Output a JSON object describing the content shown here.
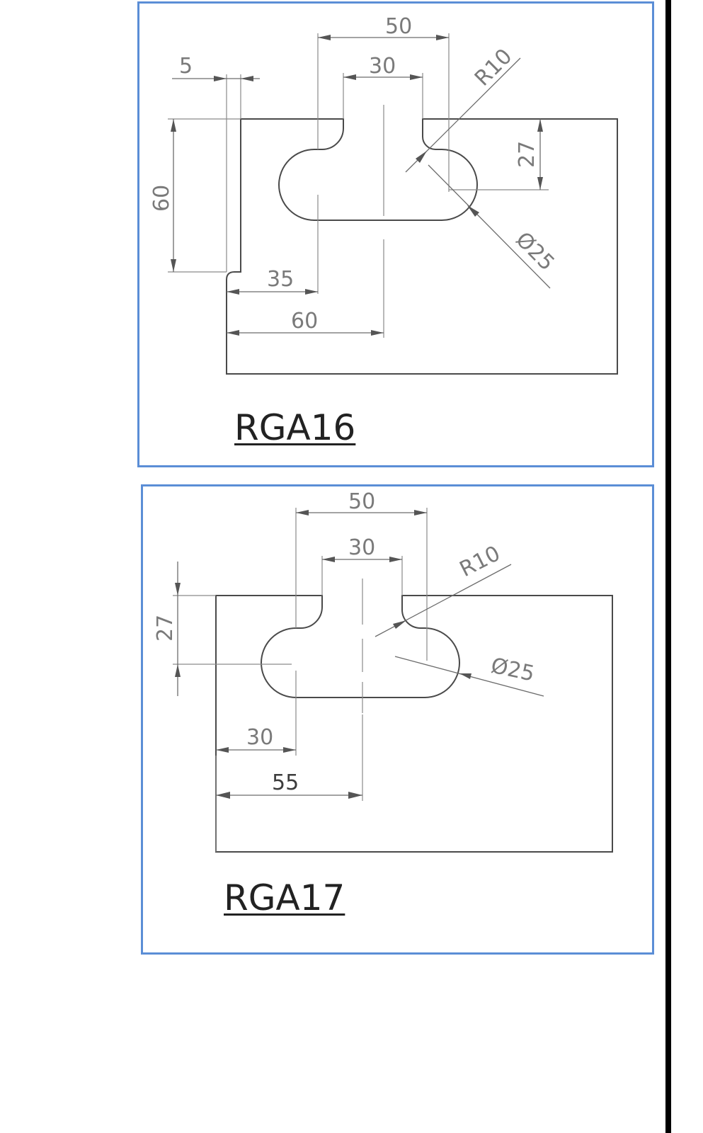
{
  "colors": {
    "frame": "#5b8ed6",
    "outline": "#4a4a4a",
    "dimension": "#7a7a7a"
  },
  "drawings": [
    {
      "label": "RGA16",
      "dims": {
        "d50": "50",
        "d30": "30",
        "d5": "5",
        "r10": "R10",
        "d27": "27",
        "d60v": "60",
        "dia25": "Ø25",
        "d35": "35",
        "d60h": "60"
      }
    },
    {
      "label": "RGA17",
      "dims": {
        "d50": "50",
        "d30": "30",
        "r10": "R10",
        "d27": "27",
        "dia25": "Ø25",
        "d30h": "30",
        "d55": "55"
      }
    }
  ]
}
